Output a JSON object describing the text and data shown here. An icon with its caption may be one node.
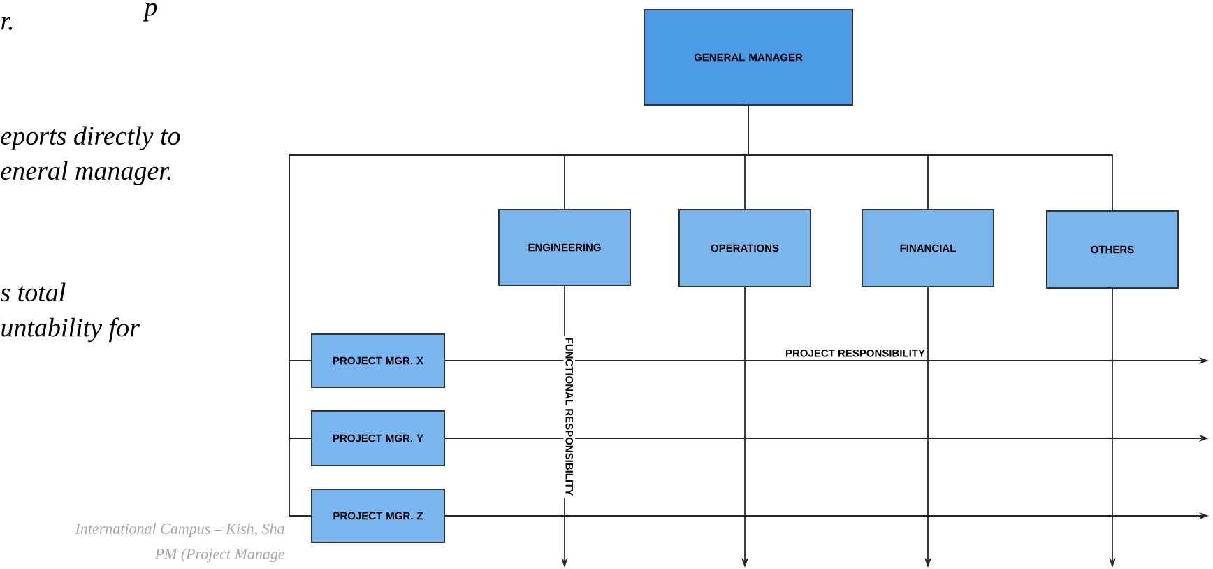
{
  "diagram": {
    "nodes": [
      {
        "text": [
          "GENERAL MANAGER"
        ]
      },
      {
        "text": [
          "ENGINEERING"
        ]
      },
      {
        "text": [
          "OPERATIONS"
        ]
      },
      {
        "text": [
          "FINANCIAL"
        ]
      },
      {
        "text": [
          "OTHERS"
        ]
      },
      {
        "text": [
          "PROJECT MGR. X"
        ]
      },
      {
        "text": [
          "PROJECT MGR. Y"
        ]
      },
      {
        "text": [
          "PROJECT MGR. Z"
        ]
      }
    ],
    "edges": [
      {
        "from": 0,
        "to": 1,
        "arrow": "none"
      },
      {
        "from": 0,
        "to": 2,
        "arrow": "none"
      },
      {
        "from": 0,
        "to": 3,
        "arrow": "none"
      },
      {
        "from": 0,
        "to": 4,
        "arrow": "none"
      },
      {
        "from": 0,
        "to": 5,
        "arrow": "none"
      },
      {
        "from": 0,
        "to": 6,
        "arrow": "none"
      },
      {
        "from": 0,
        "to": 7,
        "arrow": "none"
      },
      {
        "from": 1,
        "to": null,
        "arrow": "to",
        "label": "FUNCTIONAL RESPONSIBILITY"
      },
      {
        "from": 2,
        "to": null,
        "arrow": "to"
      },
      {
        "from": 3,
        "to": null,
        "arrow": "to"
      },
      {
        "from": 4,
        "to": null,
        "arrow": "to"
      },
      {
        "from": 5,
        "to": null,
        "arrow": "to",
        "label": "PROJECT RESPONSIBILITY"
      },
      {
        "from": 6,
        "to": null,
        "arrow": "to"
      },
      {
        "from": 7,
        "to": null,
        "arrow": "to"
      }
    ],
    "labels": [
      "p",
      "r.",
      "eports directly to",
      "eneral manager.",
      "s total",
      "untability for",
      "International Campus – Kish, Sha",
      "PM (Project Manage"
    ]
  }
}
